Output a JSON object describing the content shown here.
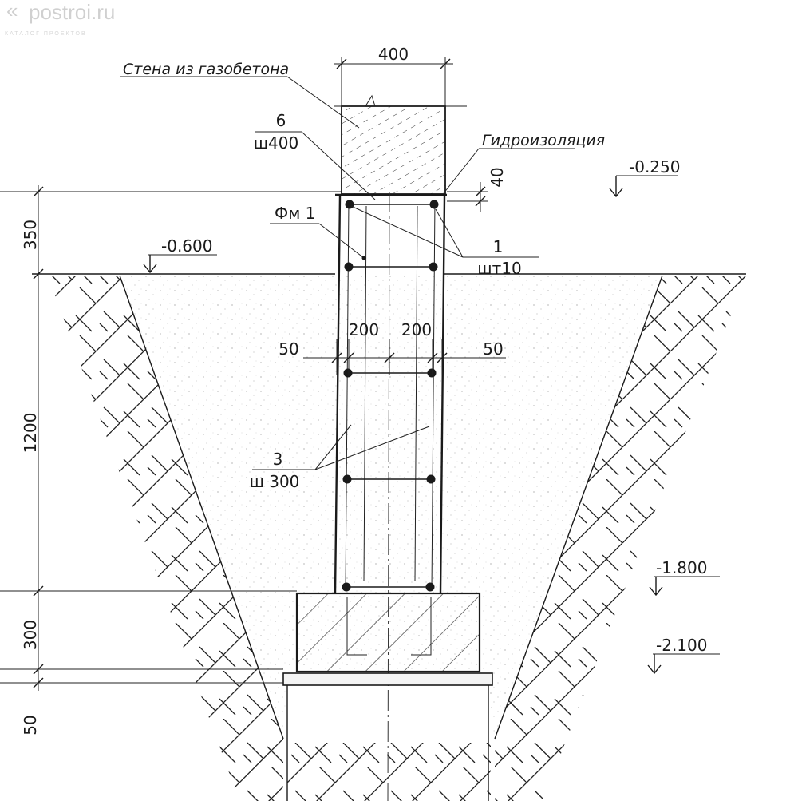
{
  "watermark": {
    "site": "postroi.ru",
    "tagline": "КАТАЛОГ ПРОЕКТОВ"
  },
  "labels": {
    "wall": "Стена из газобетона",
    "waterproofing": "Гидроизоляция",
    "frame_mark": "Фм 1",
    "pos6_num": "6",
    "pos6_spacing": "ш400",
    "pos1_num": "1",
    "pos1_count": "шт10",
    "pos3_num": "3",
    "pos3_spacing": "ш 300"
  },
  "dimensions": {
    "wall_width": "400",
    "waterproof_layer": "40",
    "left_cover": "50",
    "right_cover": "50",
    "half_left": "200",
    "half_right": "200",
    "plinth_height": "350",
    "wall_height": "1200",
    "footing_height": "300",
    "bed_height": "50"
  },
  "levels": {
    "top": "-0.250",
    "ground": "-0.600",
    "footing_top": "-1.800",
    "footing_bottom": "-2.100"
  },
  "colors": {
    "line": "#1a1a1a",
    "concrete_fill": "#f4f4f4",
    "watermark": "#d0d0d0"
  }
}
